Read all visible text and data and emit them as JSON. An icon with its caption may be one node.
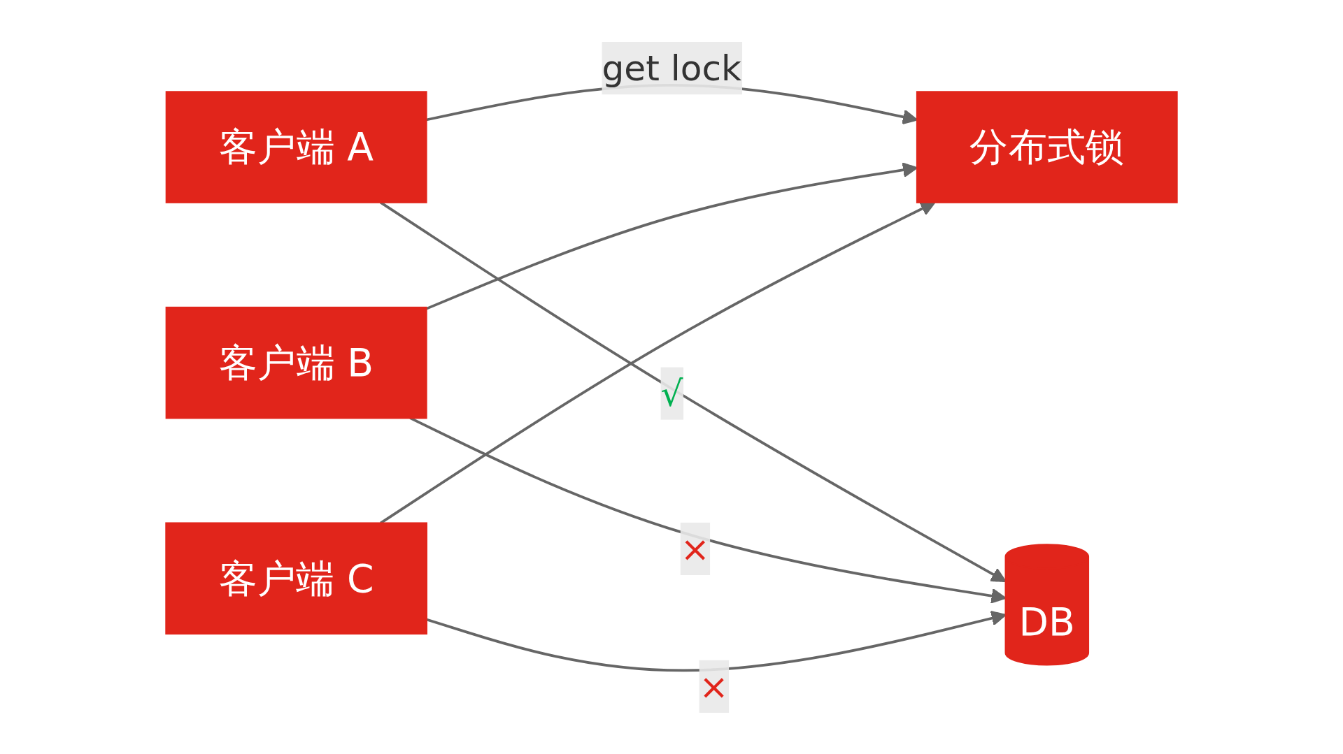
{
  "diagram": {
    "nodes": [
      {
        "text": [
          "客户端 A"
        ]
      },
      {
        "text": [
          "分布式锁"
        ]
      },
      {
        "text": [
          "客户端 B"
        ]
      },
      {
        "text": [
          "DB"
        ]
      },
      {
        "text": [
          "客户端 C"
        ]
      }
    ],
    "edges": [
      {
        "from": 0,
        "to": 1,
        "arrow": "to",
        "label": "get lock"
      },
      {
        "from": 2,
        "to": 1,
        "arrow": "to"
      },
      {
        "from": 4,
        "to": 1,
        "arrow": "to"
      },
      {
        "from": 0,
        "to": 3,
        "arrow": "to",
        "label": "√"
      },
      {
        "from": 2,
        "to": 3,
        "arrow": "to",
        "label": "×"
      },
      {
        "from": 4,
        "to": 3,
        "arrow": "to",
        "label": "×"
      }
    ]
  }
}
